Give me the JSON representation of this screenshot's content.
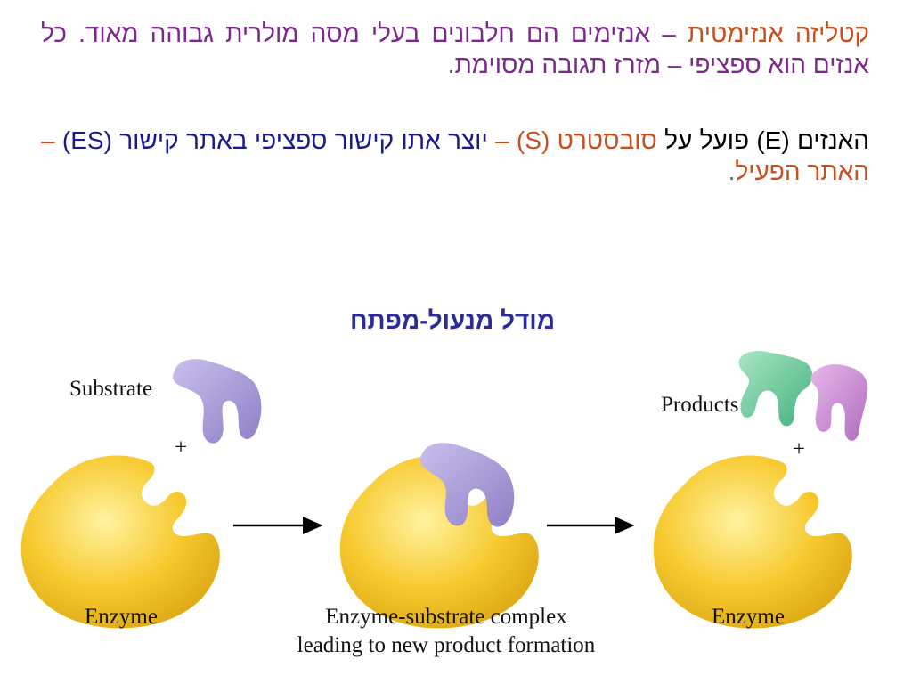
{
  "paragraph1": {
    "term": "קטליזה אנזימטית",
    "dash": " – ",
    "rest": "אנזימים הם חלבונים בעלי מסה מולרית גבוהה מאוד. כל אנזים הוא ספציפי – מזרז תגובה מסוימת."
  },
  "paragraph2": {
    "part1": "האנזים (E) פועל על ",
    "substrate_word": "סובסטרט (S) –",
    "part2": " יוצר אתו קישור ספציפי באתר קישור (ES) ",
    "active_site": "– האתר הפעיל",
    "period": "."
  },
  "diagram": {
    "title": "מודל מנעול-מפתח",
    "labels": {
      "substrate": "Substrate",
      "products": "Products",
      "plus": "+",
      "enzyme_left": "Enzyme",
      "complex_line1": "Enzyme-substrate complex",
      "complex_line2": "leading to new product formation",
      "enzyme_right": "Enzyme"
    },
    "colors": {
      "enzyme": "#f7c92e",
      "substrate": "#a99bd6",
      "product_green": "#6cc89a",
      "product_pink": "#c98ad0",
      "arrow": "#000000"
    }
  }
}
